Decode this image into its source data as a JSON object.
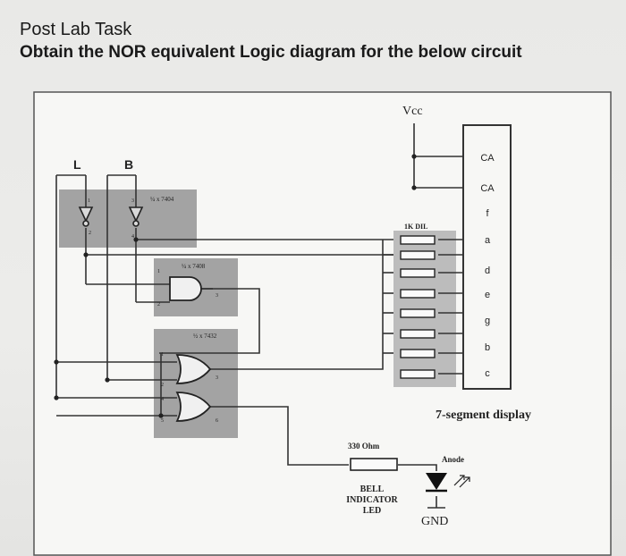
{
  "header": {
    "title": "Post Lab Task",
    "instruction": "Obtain the NOR equivalent Logic diagram for the below circuit"
  },
  "circuit": {
    "supply": "Vcc",
    "inputs": [
      "L",
      "B"
    ],
    "ic_labels": {
      "not": "¼ x 7404",
      "nand": "¼ x 7408",
      "or": "½ x 7432",
      "resistor_network": "1K DIL"
    },
    "pins": [
      "1",
      "2",
      "3",
      "4",
      "1",
      "2",
      "3",
      "1",
      "2",
      "3",
      "4",
      "5",
      "6"
    ],
    "display_pins": [
      "CA",
      "CA",
      "f",
      "a",
      "d",
      "e",
      "g",
      "b",
      "c"
    ],
    "display_label": "7-segment display",
    "resistor": "330 Ohm",
    "led_label": [
      "BELL",
      "INDICATOR",
      "LED"
    ],
    "anode": "Anode",
    "ground": "GND"
  }
}
